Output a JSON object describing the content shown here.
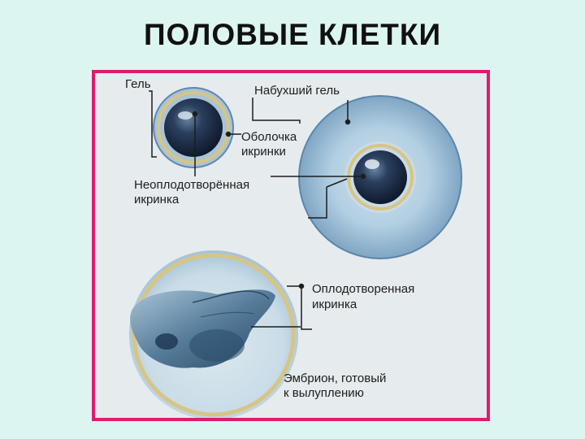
{
  "title": "ПОЛОВЫЕ КЛЕТКИ",
  "labels": {
    "gel": "Гель",
    "swollen_gel": "Набухший гель",
    "egg_membrane_1": "Оболочка",
    "egg_membrane_2": "икринки",
    "unfertilized_1": "Неоплодотворённая",
    "unfertilized_2": "икринка",
    "fertilized_1": "Оплодотворенная",
    "fertilized_2": "икринка",
    "embryo_1": "Эмбрион, готовый",
    "embryo_2": "к вылуплению"
  },
  "colors": {
    "frame_border": "#e01a6e",
    "page_background": "#dcf5f1",
    "panel_background": "#e6ebee",
    "membrane": "#d6c585",
    "gel_blue": "#9fc0d8",
    "yolk": "#13223a"
  }
}
